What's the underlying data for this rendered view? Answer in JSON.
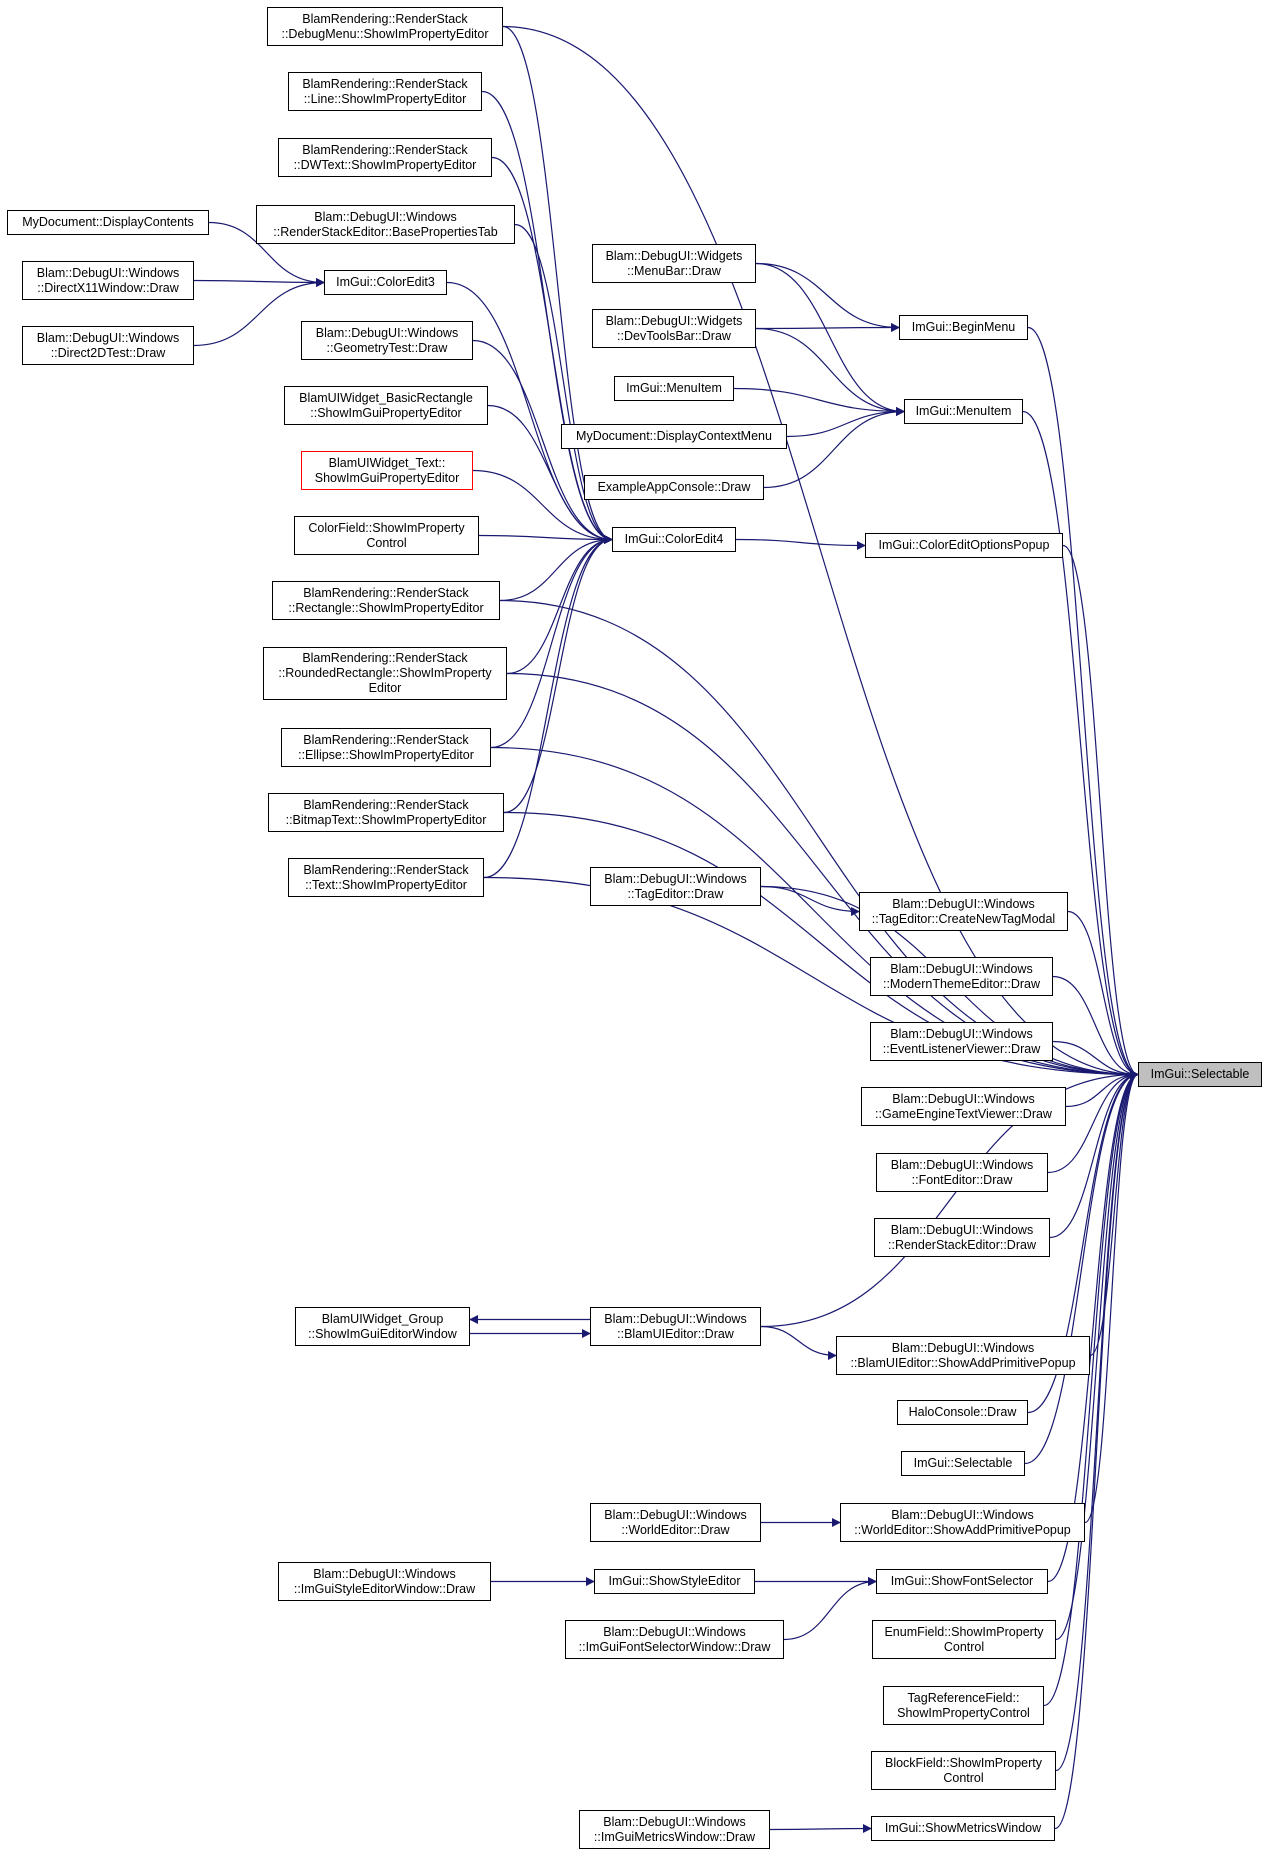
{
  "graph": {
    "target": "selectable",
    "colors": {
      "edge": "#191970",
      "border": "#000000",
      "highlight_border": "#ff0000",
      "selected_fill": "#bfbfbf"
    },
    "nodes": [
      {
        "id": "rs-debugmenu",
        "label": "BlamRendering::RenderStack\n::DebugMenu::ShowImPropertyEditor"
      },
      {
        "id": "rs-line",
        "label": "BlamRendering::RenderStack\n::Line::ShowImPropertyEditor"
      },
      {
        "id": "rs-dwtext",
        "label": "BlamRendering::RenderStack\n::DWText::ShowImPropertyEditor"
      },
      {
        "id": "rse-baseprops",
        "label": "Blam::DebugUI::Windows\n::RenderStackEditor::BasePropertiesTab"
      },
      {
        "id": "mydoc-displaycontents",
        "label": "MyDocument::DisplayContents"
      },
      {
        "id": "dx11window-draw",
        "label": "Blam::DebugUI::Windows\n::DirectX11Window::Draw"
      },
      {
        "id": "d2dtest-draw",
        "label": "Blam::DebugUI::Windows\n::Direct2DTest::Draw"
      },
      {
        "id": "coloredit3",
        "label": "ImGui::ColorEdit3"
      },
      {
        "id": "geometrytest-draw",
        "label": "Blam::DebugUI::Windows\n::GeometryTest::Draw"
      },
      {
        "id": "basicrect",
        "label": "BlamUIWidget_BasicRectangle\n::ShowImGuiPropertyEditor"
      },
      {
        "id": "widget-text",
        "label": "BlamUIWidget_Text::\nShowImGuiPropertyEditor"
      },
      {
        "id": "colorfield",
        "label": "ColorField::ShowImProperty\nControl"
      },
      {
        "id": "rs-rectangle",
        "label": "BlamRendering::RenderStack\n::Rectangle::ShowImPropertyEditor"
      },
      {
        "id": "rs-roundedrect",
        "label": "BlamRendering::RenderStack\n::RoundedRectangle::ShowImProperty\nEditor"
      },
      {
        "id": "rs-ellipse",
        "label": "BlamRendering::RenderStack\n::Ellipse::ShowImPropertyEditor"
      },
      {
        "id": "rs-bitmaptext",
        "label": "BlamRendering::RenderStack\n::BitmapText::ShowImPropertyEditor"
      },
      {
        "id": "rs-text",
        "label": "BlamRendering::RenderStack\n::Text::ShowImPropertyEditor"
      },
      {
        "id": "menubar-draw",
        "label": "Blam::DebugUI::Widgets\n::MenuBar::Draw"
      },
      {
        "id": "devtoolsbar-draw",
        "label": "Blam::DebugUI::Widgets\n::DevToolsBar::Draw"
      },
      {
        "id": "menuitem-left",
        "label": "ImGui::MenuItem"
      },
      {
        "id": "mydoc-contextmenu",
        "label": "MyDocument::DisplayContextMenu"
      },
      {
        "id": "exampleconsole-draw",
        "label": "ExampleAppConsole::Draw"
      },
      {
        "id": "coloredit4",
        "label": "ImGui::ColorEdit4"
      },
      {
        "id": "beginmenu",
        "label": "ImGui::BeginMenu"
      },
      {
        "id": "menuitem-right",
        "label": "ImGui::MenuItem"
      },
      {
        "id": "coloreditoptions",
        "label": "ImGui::ColorEditOptionsPopup"
      },
      {
        "id": "tageditor-draw",
        "label": "Blam::DebugUI::Windows\n::TagEditor::Draw"
      },
      {
        "id": "tageditor-newtag",
        "label": "Blam::DebugUI::Windows\n::TagEditor::CreateNewTagModal"
      },
      {
        "id": "moderntheme-draw",
        "label": "Blam::DebugUI::Windows\n::ModernThemeEditor::Draw"
      },
      {
        "id": "eventlistener-draw",
        "label": "Blam::DebugUI::Windows\n::EventListenerViewer::Draw"
      },
      {
        "id": "gametext-draw",
        "label": "Blam::DebugUI::Windows\n::GameEngineTextViewer::Draw"
      },
      {
        "id": "fonteditor-draw",
        "label": "Blam::DebugUI::Windows\n::FontEditor::Draw"
      },
      {
        "id": "rse-draw",
        "label": "Blam::DebugUI::Windows\n::RenderStackEditor::Draw"
      },
      {
        "id": "selectable",
        "label": "ImGui::Selectable"
      },
      {
        "id": "group-editorwindow",
        "label": "BlamUIWidget_Group\n::ShowImGuiEditorWindow"
      },
      {
        "id": "uieditor-draw",
        "label": "Blam::DebugUI::Windows\n::BlamUIEditor::Draw"
      },
      {
        "id": "uieditor-addprim",
        "label": "Blam::DebugUI::Windows\n::BlamUIEditor::ShowAddPrimitivePopup"
      },
      {
        "id": "haloconsole-draw",
        "label": "HaloConsole::Draw"
      },
      {
        "id": "selectable-2",
        "label": "ImGui::Selectable"
      },
      {
        "id": "worldeditor-draw",
        "label": "Blam::DebugUI::Windows\n::WorldEditor::Draw"
      },
      {
        "id": "worldeditor-addprim",
        "label": "Blam::DebugUI::Windows\n::WorldEditor::ShowAddPrimitivePopup"
      },
      {
        "id": "styleeditorwin-draw",
        "label": "Blam::DebugUI::Windows\n::ImGuiStyleEditorWindow::Draw"
      },
      {
        "id": "showstyleeditor",
        "label": "ImGui::ShowStyleEditor"
      },
      {
        "id": "showfontselector",
        "label": "ImGui::ShowFontSelector"
      },
      {
        "id": "fontselectorwin-draw",
        "label": "Blam::DebugUI::Windows\n::ImGuiFontSelectorWindow::Draw"
      },
      {
        "id": "enumfield",
        "label": "EnumField::ShowImProperty\nControl"
      },
      {
        "id": "tagreffield",
        "label": "TagReferenceField::\nShowImPropertyControl"
      },
      {
        "id": "blockfield",
        "label": "BlockField::ShowImProperty\nControl"
      },
      {
        "id": "metricswin-draw",
        "label": "Blam::DebugUI::Windows\n::ImGuiMetricsWindow::Draw"
      },
      {
        "id": "showmetricswindow",
        "label": "ImGui::ShowMetricsWindow"
      }
    ],
    "edges": [
      [
        "rs-debugmenu",
        "selectable"
      ],
      [
        "rs-debugmenu",
        "coloredit4"
      ],
      [
        "rs-line",
        "coloredit4"
      ],
      [
        "rs-dwtext",
        "coloredit4"
      ],
      [
        "rse-baseprops",
        "coloredit4"
      ],
      [
        "mydoc-displaycontents",
        "coloredit3"
      ],
      [
        "dx11window-draw",
        "coloredit3"
      ],
      [
        "d2dtest-draw",
        "coloredit3"
      ],
      [
        "coloredit3",
        "coloredit4"
      ],
      [
        "geometrytest-draw",
        "coloredit4"
      ],
      [
        "basicrect",
        "coloredit4"
      ],
      [
        "widget-text",
        "coloredit4"
      ],
      [
        "colorfield",
        "coloredit4"
      ],
      [
        "rs-rectangle",
        "coloredit4"
      ],
      [
        "rs-rectangle",
        "selectable"
      ],
      [
        "rs-roundedrect",
        "coloredit4"
      ],
      [
        "rs-roundedrect",
        "selectable"
      ],
      [
        "rs-ellipse",
        "coloredit4"
      ],
      [
        "rs-ellipse",
        "selectable"
      ],
      [
        "rs-bitmaptext",
        "coloredit4"
      ],
      [
        "rs-bitmaptext",
        "selectable"
      ],
      [
        "rs-text",
        "coloredit4"
      ],
      [
        "rs-text",
        "selectable"
      ],
      [
        "menubar-draw",
        "beginmenu"
      ],
      [
        "menubar-draw",
        "menuitem-right"
      ],
      [
        "devtoolsbar-draw",
        "beginmenu"
      ],
      [
        "devtoolsbar-draw",
        "menuitem-right"
      ],
      [
        "menuitem-left",
        "menuitem-right"
      ],
      [
        "mydoc-contextmenu",
        "menuitem-right"
      ],
      [
        "exampleconsole-draw",
        "menuitem-right"
      ],
      [
        "coloredit4",
        "coloreditoptions"
      ],
      [
        "beginmenu",
        "selectable"
      ],
      [
        "menuitem-right",
        "selectable"
      ],
      [
        "coloreditoptions",
        "selectable"
      ],
      [
        "tageditor-draw",
        "tageditor-newtag"
      ],
      [
        "tageditor-draw",
        "selectable"
      ],
      [
        "tageditor-newtag",
        "selectable"
      ],
      [
        "moderntheme-draw",
        "selectable"
      ],
      [
        "eventlistener-draw",
        "selectable"
      ],
      [
        "gametext-draw",
        "selectable"
      ],
      [
        "fonteditor-draw",
        "selectable"
      ],
      [
        "rse-draw",
        "selectable"
      ],
      [
        "uieditor-draw",
        "group-editorwindow"
      ],
      [
        "group-editorwindow",
        "uieditor-draw"
      ],
      [
        "uieditor-draw",
        "uieditor-addprim"
      ],
      [
        "uieditor-draw",
        "selectable"
      ],
      [
        "uieditor-addprim",
        "selectable"
      ],
      [
        "haloconsole-draw",
        "selectable"
      ],
      [
        "selectable-2",
        "selectable"
      ],
      [
        "worldeditor-draw",
        "worldeditor-addprim"
      ],
      [
        "worldeditor-addprim",
        "selectable"
      ],
      [
        "styleeditorwin-draw",
        "showstyleeditor"
      ],
      [
        "showstyleeditor",
        "showfontselector"
      ],
      [
        "fontselectorwin-draw",
        "showfontselector"
      ],
      [
        "showfontselector",
        "selectable"
      ],
      [
        "enumfield",
        "selectable"
      ],
      [
        "tagreffield",
        "selectable"
      ],
      [
        "blockfield",
        "selectable"
      ],
      [
        "metricswin-draw",
        "showmetricswindow"
      ],
      [
        "showmetricswindow",
        "selectable"
      ]
    ]
  }
}
